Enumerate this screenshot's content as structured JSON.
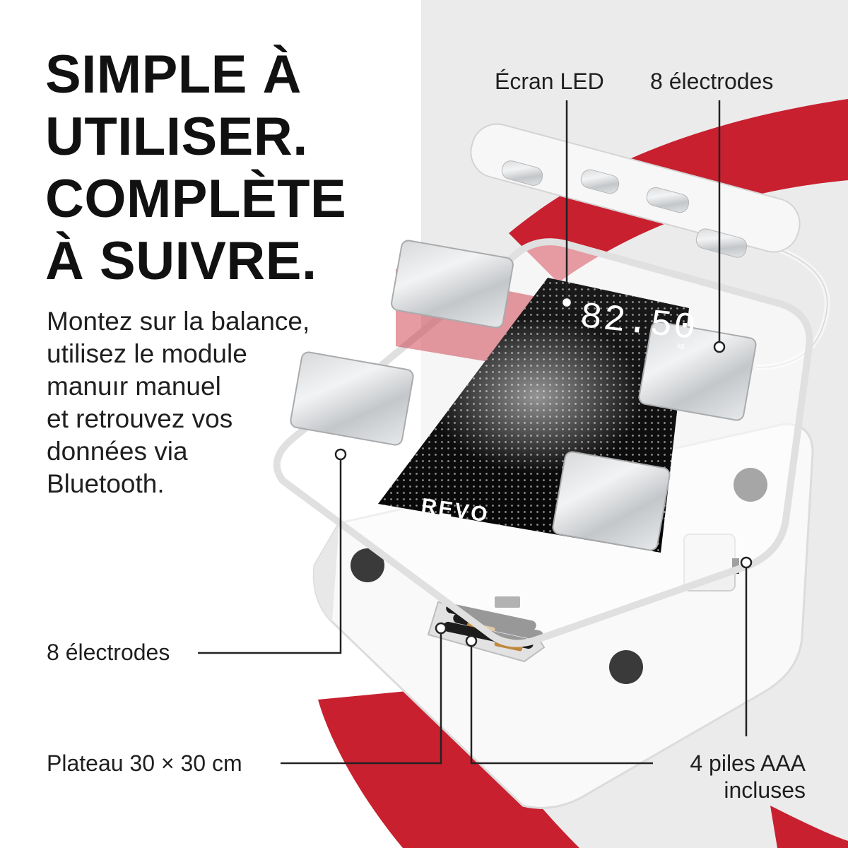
{
  "headline": {
    "line1": "SIMPLE À",
    "line2": "UTILISER.",
    "line3": "COMPLÈTE",
    "line4": "À SUIVRE."
  },
  "description": {
    "line1": "Montez sur la balance,",
    "line2": "utilisez le module",
    "line3": "manuır manuel",
    "line4": "et retrouvez vos",
    "line5": "données via",
    "line6": "Bluetooth."
  },
  "callouts": {
    "ecran_led": "Écran LED",
    "electrodes_right": "8 électrodes",
    "electrodes_left": "8 électrodes",
    "plateau": "Plateau 30 × 30 cm",
    "piles_line1": "4 piles AAA",
    "piles_line2": "incluses"
  },
  "display": {
    "reading": "82.50",
    "unit": "kg"
  },
  "brand": {
    "logo": "REVO"
  },
  "colors": {
    "accent_red": "#c8202f",
    "panel_gray": "#ebebeb",
    "text_dark": "#111111",
    "screen_black": "#0d0d0d"
  }
}
